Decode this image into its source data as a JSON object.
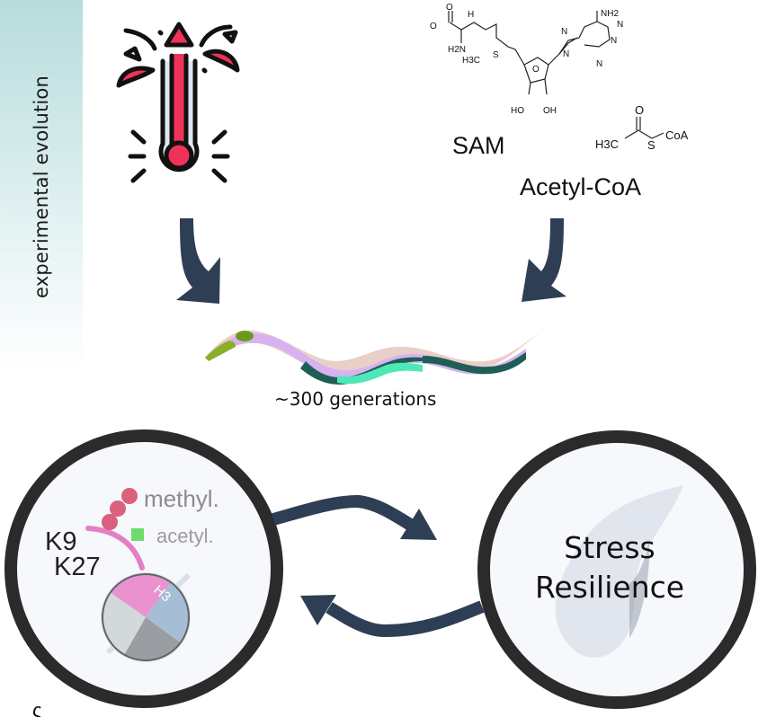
{
  "side_panel": {
    "label": "experimental evolution"
  },
  "stressors": {
    "heat_icon": "thermometer-rising-icon",
    "sam": {
      "label": "SAM",
      "atoms": [
        "O",
        "O",
        "H",
        "H2N",
        "H3C",
        "S",
        "O",
        "N",
        "N",
        "N",
        "N",
        "N",
        "NH2",
        "HO",
        "OH"
      ]
    },
    "acetyl_coa": {
      "label": "Acetyl-CoA",
      "atoms": [
        "O",
        "H3C",
        "S",
        "CoA"
      ]
    }
  },
  "population": {
    "label": "~300 generations"
  },
  "histone_circle": {
    "residues": [
      "K9",
      "K27"
    ],
    "modifications": [
      {
        "label": "methyl.",
        "color": "#d9607e"
      },
      {
        "label": "acetyl.",
        "color": "#6ddc6d"
      }
    ],
    "histone_label": "H3"
  },
  "phenotype_circle": {
    "line1": "Stress",
    "line2": "Resilience"
  },
  "colors": {
    "arrow": "#2e3f55",
    "ring": "#2b2b2b",
    "thermo_red": "#f0325a"
  },
  "footer_fragment": "ς"
}
